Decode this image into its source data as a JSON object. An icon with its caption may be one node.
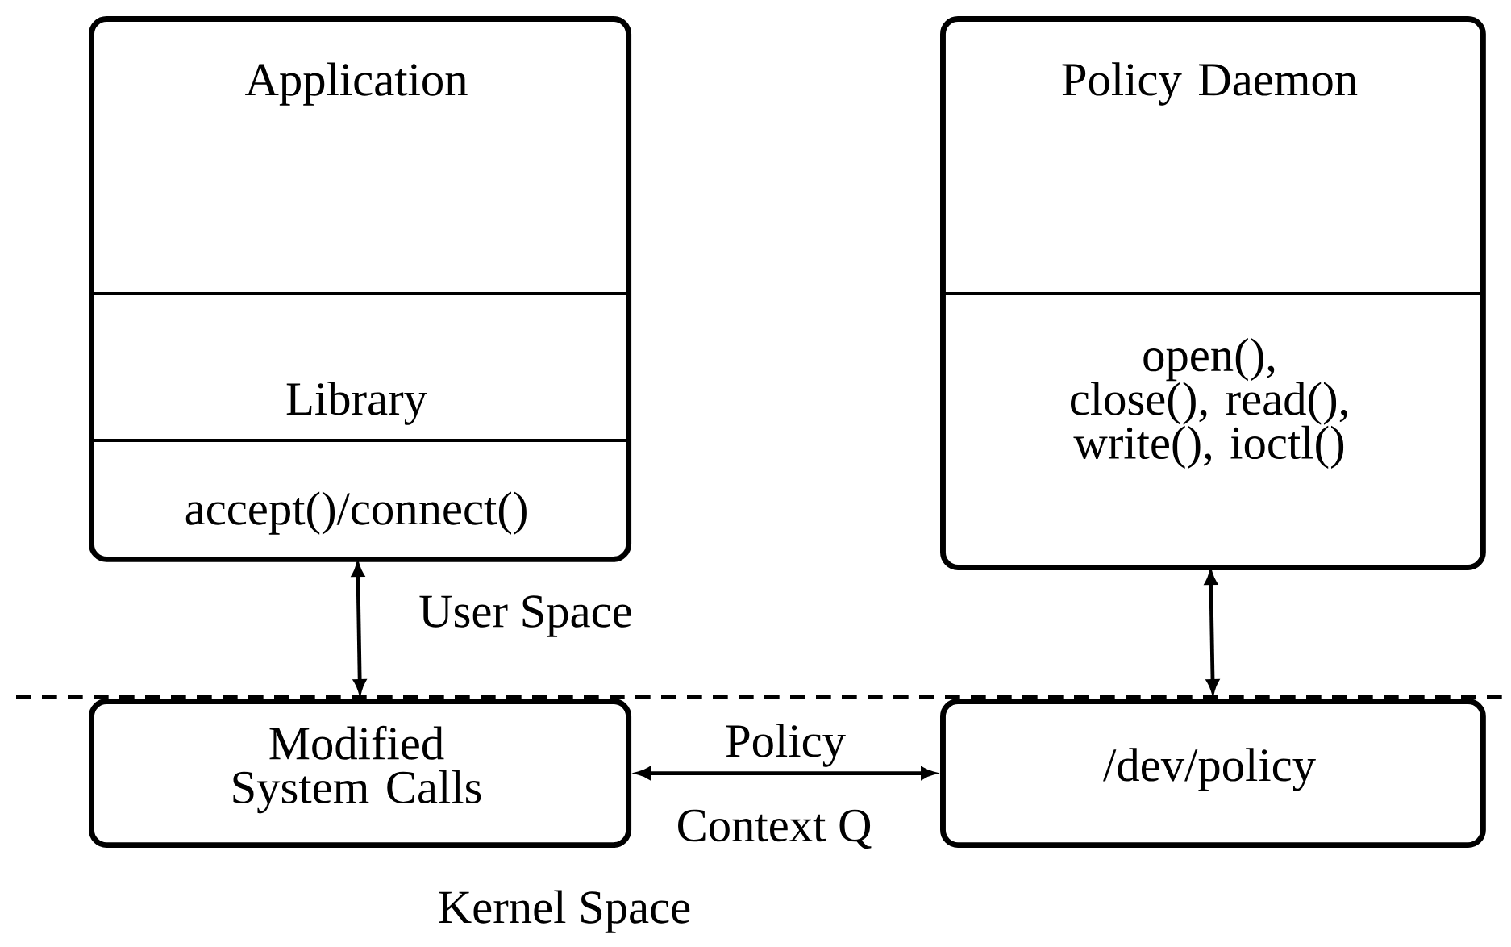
{
  "diagram": {
    "nodes": [
      {
        "text": [
          "Application"
        ]
      },
      {
        "text": [
          "Library"
        ],
        "in": 0
      },
      {
        "text": [
          "accept()/connect()"
        ],
        "in": 0
      },
      {
        "text": [
          "Policy Daemon"
        ]
      },
      {
        "text": [
          "open(), close(), read(), write(), ioctl()"
        ],
        "in": 3
      },
      {
        "text": [
          "Modified System Calls"
        ]
      },
      {
        "text": [
          "/dev/policy"
        ]
      }
    ],
    "edges": [
      {
        "from": 2,
        "to": 5,
        "arrow": "both"
      },
      {
        "from": 4,
        "to": 6,
        "arrow": "both"
      },
      {
        "from": 5,
        "to": 6,
        "arrow": "both"
      }
    ],
    "labels": [
      "User Space",
      "Policy",
      "Context Q",
      "Kernel Space"
    ]
  }
}
